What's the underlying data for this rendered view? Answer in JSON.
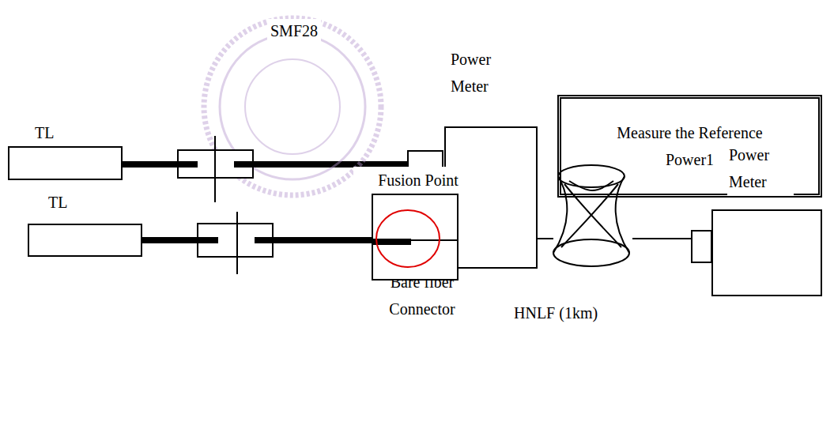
{
  "diagram": {
    "nodes": [
      {
        "text": [
          "TL"
        ]
      },
      {
        "text": [
          "Power Meter"
        ]
      },
      {
        "text": [
          "Measure the Reference Power1"
        ]
      },
      {
        "text": [
          "Bare fiber Connector"
        ]
      },
      {
        "text": [
          "TL"
        ]
      },
      {
        "text": [
          "Fusion Point"
        ]
      },
      {
        "text": [
          "HNLF (1km)"
        ]
      },
      {
        "text": [
          "Power Meter"
        ]
      }
    ],
    "edges": [
      {
        "from": 0,
        "to": 3,
        "arrow": "none"
      },
      {
        "from": 4,
        "to": 5,
        "arrow": "none"
      },
      {
        "from": 5,
        "to": 6,
        "arrow": "none"
      },
      {
        "from": 6,
        "to": 7,
        "arrow": "none"
      }
    ],
    "labels": [
      "SMF28"
    ]
  }
}
